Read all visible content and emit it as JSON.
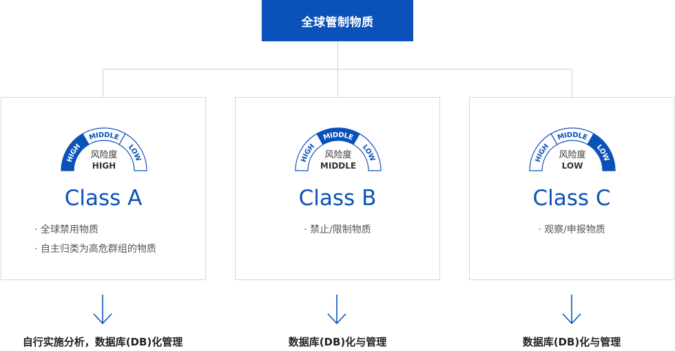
{
  "header": {
    "title": "全球管制物质"
  },
  "gauge_labels": {
    "high": "HIGH",
    "middle": "MIDDLE",
    "low": "LOW",
    "risk": "风险度"
  },
  "colors": {
    "accent": "#0a51b9",
    "active_segment": "#0a51b9",
    "inactive_segment": "#ffffff",
    "border": "#d7d7d7"
  },
  "classes": [
    {
      "title": "Class A",
      "risk_value": "HIGH",
      "active_level": "high",
      "items": [
        "· 全球禁用物质",
        "· 自主归类为高危群组的物质"
      ],
      "result": "自行实施分析，数据库(DB)化管理"
    },
    {
      "title": "Class B",
      "risk_value": "MIDDLE",
      "active_level": "middle",
      "items": [
        "· 禁止/限制物质"
      ],
      "result": "数据库(DB)化与管理"
    },
    {
      "title": "Class C",
      "risk_value": "LOW",
      "active_level": "low",
      "items": [
        "· 观察/申报物质"
      ],
      "result": "数据库(DB)化与管理"
    }
  ]
}
